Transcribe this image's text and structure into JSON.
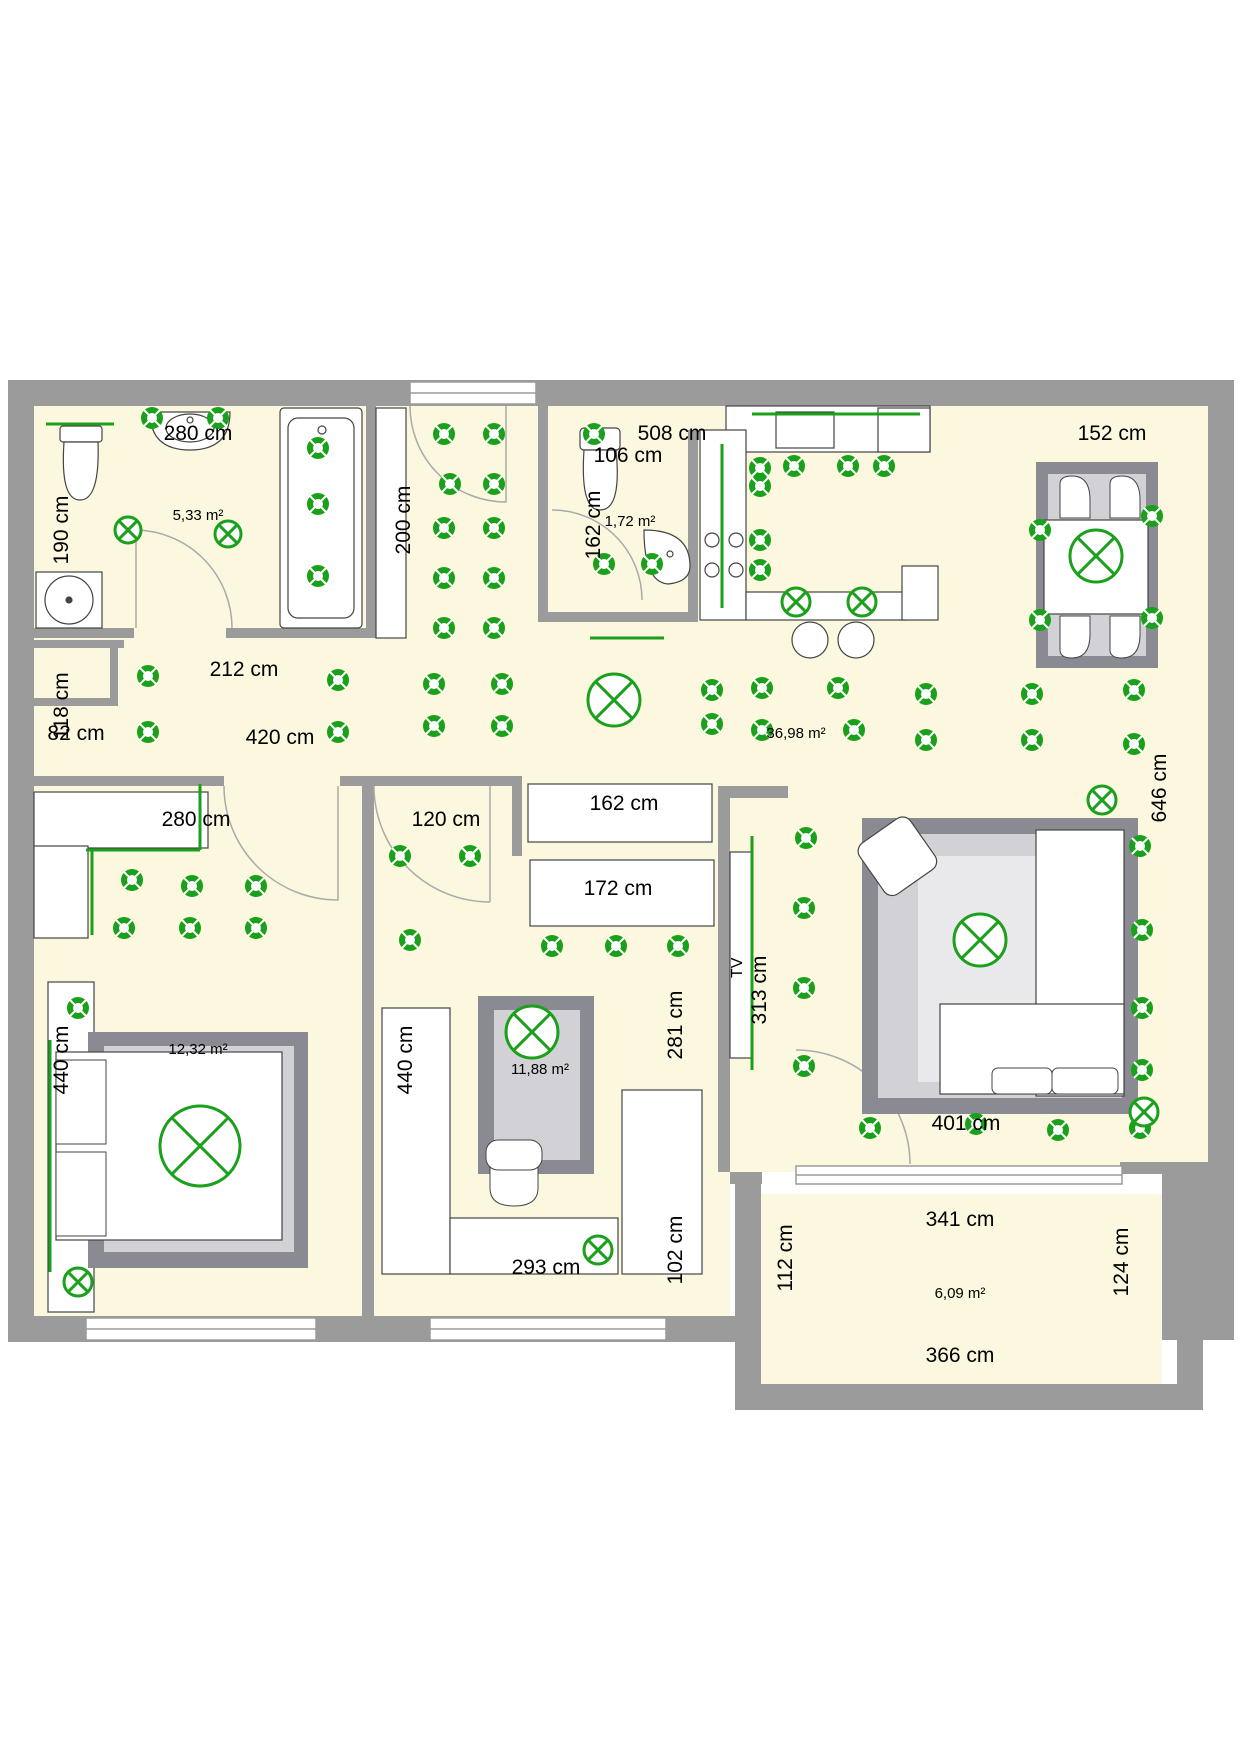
{
  "colors": {
    "wall": "#9b9b9b",
    "floor": "#fbf8df",
    "accent": "#1aa01a",
    "rug_dark": "#8a8a92",
    "rug_light": "#d2d2d6"
  },
  "icons": {
    "spot_light": "downlight-icon",
    "ceiling_light": "ceiling-lamp-icon"
  },
  "dimensions": [
    "280 cm",
    "508 cm",
    "106 cm",
    "152 cm",
    "190 cm",
    "200 cm",
    "162 cm",
    "212 cm",
    "118 cm",
    "82 cm",
    "420 cm",
    "280 cm",
    "120 cm",
    "162 cm",
    "172 cm",
    "313 cm",
    "646 cm",
    "440 cm",
    "440 cm",
    "281 cm",
    "401 cm",
    "293 cm",
    "102 cm",
    "341 cm",
    "112 cm",
    "124 cm",
    "366 cm"
  ],
  "areas": [
    "5,33 m²",
    "1,72 m²",
    "36,98 m²",
    "12,32 m²",
    "11,88 m²",
    "6,09 m²"
  ],
  "tv_label": "TV"
}
